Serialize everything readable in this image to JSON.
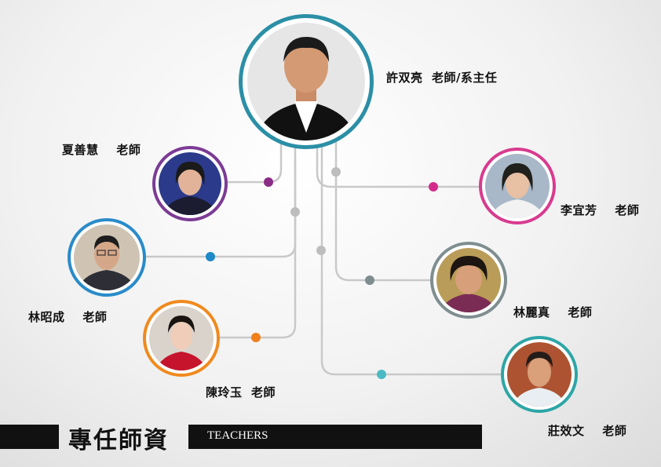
{
  "header": {
    "title": "專任師資",
    "subtitle": "TEACHERS"
  },
  "teachers": [
    {
      "name": "許双亮  老師/系主任",
      "ring": "#2b8fa6",
      "photo_bg": "#e8e8e8",
      "skin": "#d49a73",
      "hair": "#1b1b1b",
      "cloth": "#111111"
    },
    {
      "name": "夏善慧    老師",
      "ring": "#7b3b95",
      "photo_bg": "#2b3a8a",
      "skin": "#e2b398",
      "hair": "#1a1a1a",
      "cloth": "#1c1c30"
    },
    {
      "name": "李宜芳    老師",
      "ring": "#d83b8f",
      "photo_bg": "#a8b8c8",
      "skin": "#e8c0a3",
      "hair": "#20201c",
      "cloth": "#ffffff"
    },
    {
      "name": "林昭成    老師",
      "ring": "#2a8bc9",
      "photo_bg": "#cfc4b3",
      "skin": "#d5a789",
      "hair": "#1d1d1d",
      "cloth": "#2e2e36"
    },
    {
      "name": "林麗真    老師",
      "ring": "#7e8d90",
      "photo_bg": "#b99c57",
      "skin": "#d8a07a",
      "hair": "#1c1511",
      "cloth": "#7a2c55"
    },
    {
      "name": "陳玲玉  老師",
      "ring": "#f08a1e",
      "photo_bg": "#d9d3cc",
      "skin": "#f0cdb8",
      "hair": "#1a1410",
      "cloth": "#c5142b"
    },
    {
      "name": "莊效文    老師",
      "ring": "#2da5a6",
      "photo_bg": "#ad5331",
      "skin": "#d9a07a",
      "hair": "#231c18",
      "cloth": "#e9eef2"
    }
  ],
  "connectors": {
    "line_color": "#c9c9c9",
    "dot_colors": [
      "#8b2d86",
      "#d32c8a",
      "#1f88c7",
      "#7e8d90",
      "#f07f1c",
      "#4cbac4",
      "#bdbdbd"
    ]
  }
}
